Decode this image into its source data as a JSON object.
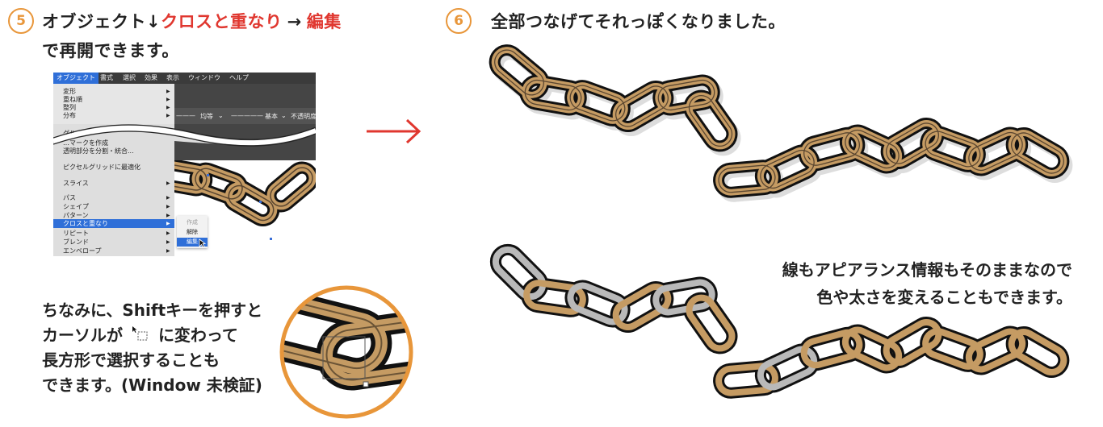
{
  "step5": {
    "number": "5",
    "line1_pre": "オブジェクト↓",
    "line1_highlight1": "クロスと重なり",
    "line1_arrow": "→",
    "line1_highlight2": "編集",
    "line2": "で再開できます。"
  },
  "step6": {
    "number": "6",
    "text": "全部つなげてそれっぽくなりました。"
  },
  "screenshot": {
    "menubar": [
      "オブジェクト",
      "書式",
      "選択",
      "効果",
      "表示",
      "ウィンドウ",
      "ヘルプ"
    ],
    "menu_top": [
      "変形",
      "重ね順",
      "整列",
      "分布"
    ],
    "menu_mid": [
      "グル",
      "…マークを作成",
      "透明部分を分割・統合..."
    ],
    "menu_bottom": {
      "pixel_optimize": "ピクセルグリッドに最適化",
      "slice": "スライス",
      "path": "パス",
      "shape": "シェイプ",
      "pattern": "パターン",
      "cross_overlap": "クロスと重なり",
      "repeat": "リピート",
      "blend": "ブレンド",
      "envelope": "エンベロープ"
    },
    "submenu": [
      "作成",
      "解除",
      "編集"
    ],
    "controls": {
      "stroke_mode": "均等",
      "brush": "基本",
      "opacity": "不透明度"
    }
  },
  "note_left": {
    "line1": "ちなみに、Shiftキーを押すと",
    "line2_pre": "カーソルが",
    "line2_post": "に変わって",
    "line3": "長方形で選択することも",
    "line4": "できます。(Window 未検証)"
  },
  "note_right": {
    "line1": "線もアピアランス情報もそのままなので",
    "line2": "色や太さを変えることもできます。"
  },
  "colors": {
    "accent_orange": "#e8963a",
    "highlight_red": "#e0372f",
    "arrow_red": "#e0372f",
    "chain_gold": "#c59b63",
    "chain_silver": "#b9b9b9",
    "menu_blue": "#2f6fd8"
  }
}
